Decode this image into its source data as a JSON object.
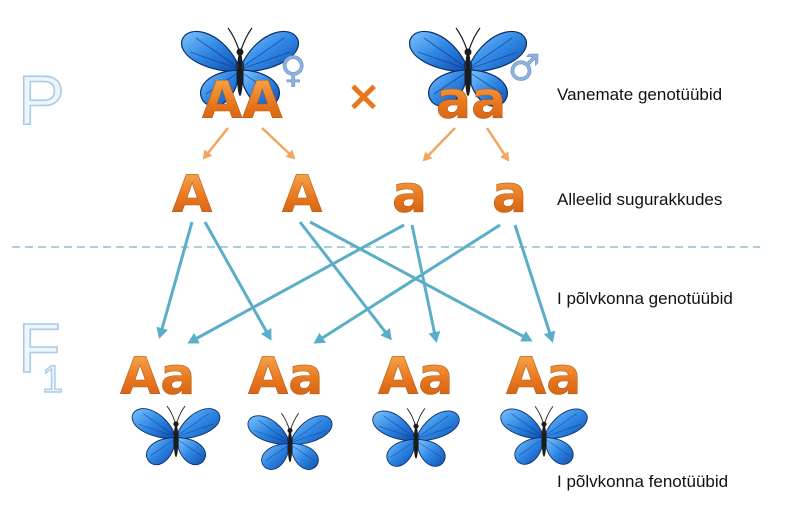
{
  "generations": {
    "parent": "P",
    "filial": "F",
    "filial_sub": "1"
  },
  "parents": {
    "female_genotype": "AA",
    "male_genotype": "aa",
    "female_symbol": "♀",
    "male_symbol": "♂",
    "cross_symbol": "×"
  },
  "gametes": [
    "A",
    "A",
    "a",
    "a"
  ],
  "offspring": [
    "Aa",
    "Aa",
    "Aa",
    "Aa"
  ],
  "labels": {
    "parent_genotypes": "Vanemate genotüübid",
    "gamete_alleles": "Alleelid sugurakkudes",
    "f1_genotypes": "I põlvkonna genotüübid",
    "f1_phenotypes": "I põlvkonna fenotüübid"
  },
  "colors": {
    "allele_orange": "#e8761e",
    "parent_arrow": "#f2a560",
    "offspring_arrow": "#5aaec7",
    "butterfly_blue": "#2f86e3",
    "divider": "#7fb0c8"
  }
}
